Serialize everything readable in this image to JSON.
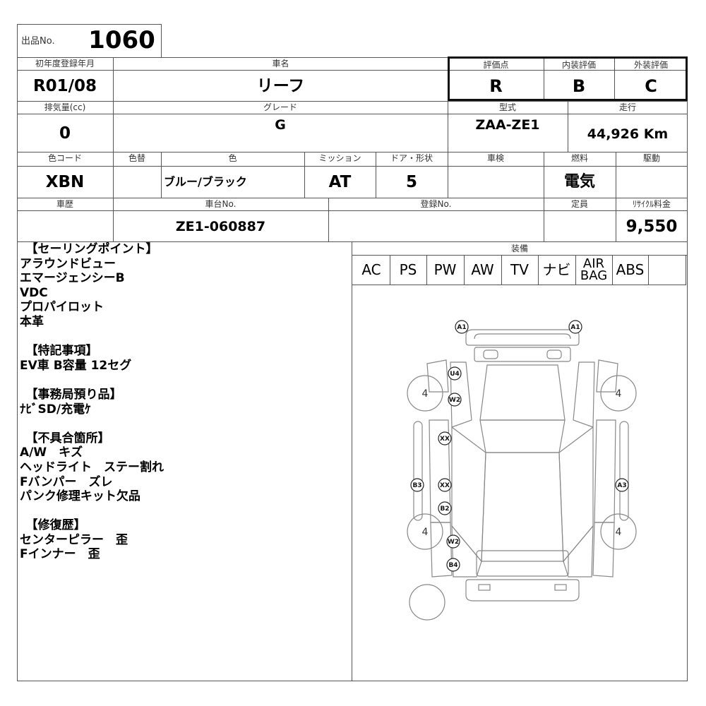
{
  "lot": {
    "label": "出品No.",
    "value": "1060"
  },
  "row1": {
    "reg_label": "初年度登録年月",
    "reg_value": "R01/08",
    "name_label": "車名",
    "name_value": "リーフ",
    "score_label": "評価点",
    "score_value": "R",
    "interior_label": "内装評価",
    "interior_value": "B",
    "exterior_label": "外装評価",
    "exterior_value": "C"
  },
  "row2": {
    "disp_label": "排気量(cc)",
    "disp_value": "0",
    "grade_label": "グレード",
    "grade_value": "G",
    "model_label": "型式",
    "model_value": "ZAA-ZE1",
    "mileage_label": "走行",
    "mileage_value": "44,926 Km"
  },
  "row3": {
    "colorcode_label": "色コード",
    "colorcode_value": "XBN",
    "repaint_label": "色替",
    "repaint_value": "",
    "color_label": "色",
    "color_value": "ブルー/ブラック",
    "mission_label": "ミッション",
    "mission_value": "AT",
    "door_label": "ドア・形状",
    "door_value": "5",
    "inspection_label": "車検",
    "inspection_value": "",
    "fuel_label": "燃料",
    "fuel_value": "電気",
    "drive_label": "駆動",
    "drive_value": ""
  },
  "row4": {
    "history_label": "車歴",
    "history_value": "",
    "chassis_label": "車台No.",
    "chassis_value": "ZE1-060887",
    "regno_label": "登録No.",
    "regno_value": "",
    "capacity_label": "定員",
    "capacity_value": "",
    "recycle_label": "ﾘｻｲｸﾙ料金",
    "recycle_value": "9,550"
  },
  "notes": [
    "　【セーリングポイント】",
    "アラウンドビュー",
    "エマージェンシーB",
    "VDC",
    "プロパイロット",
    "本革",
    "",
    "　【特記事項】",
    "EV車 B容量 12セグ",
    "",
    "　【事務局預り品】",
    "ﾅﾋﾞSD/充電ｹ",
    "",
    "　【不具合箇所】",
    "A/W　キズ",
    "ヘッドライト　ステー割れ",
    "Fバンパー　ズレ",
    "パンク修理キット欠品",
    "",
    "　【修復歴】",
    "センターピラー　歪",
    "Fインナー　歪"
  ],
  "equipment": {
    "label": "装備",
    "items": [
      "AC",
      "PS",
      "PW",
      "AW",
      "TV",
      "ナビ"
    ],
    "airbag_line1": "AIR",
    "airbag_line2": "BAG",
    "abs": "ABS"
  },
  "diagram": {
    "marks": {
      "a1_left": "A1",
      "a1_right": "A1",
      "u4": "U4",
      "w2_front": "W2",
      "xx_top": "XX",
      "b3": "B3",
      "xx_mid": "XX",
      "a3": "A3",
      "b2": "B2",
      "w2_rear": "W2",
      "b4": "B4"
    },
    "tire_fl": "4",
    "tire_fr": "4",
    "tire_rl": "4",
    "tire_rr": "4"
  }
}
